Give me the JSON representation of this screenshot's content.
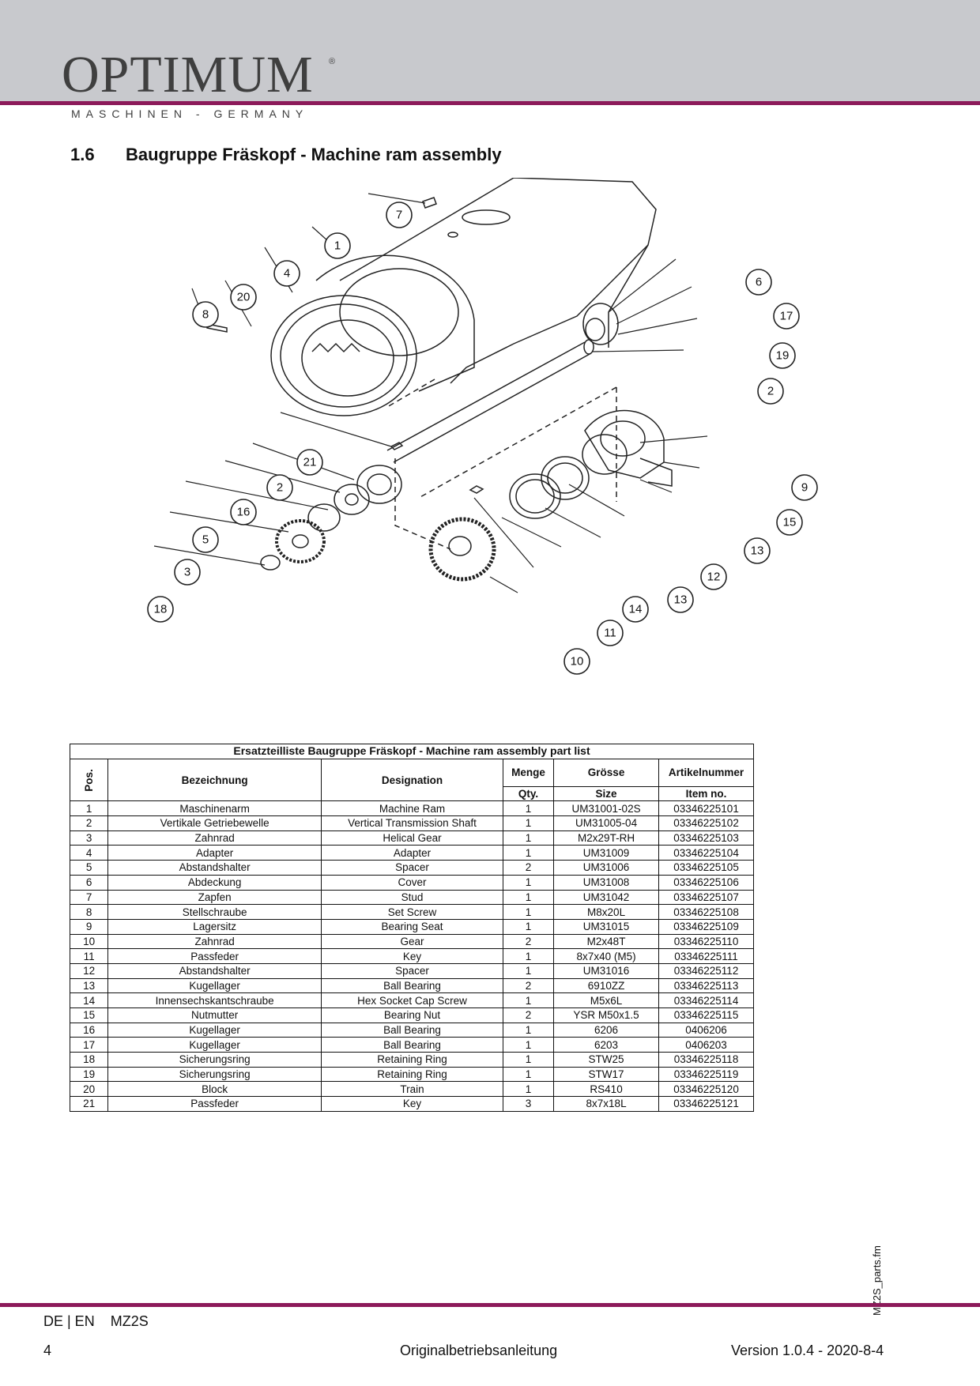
{
  "brand": {
    "name": "OPTIMUM",
    "registered": "®",
    "tagline": "MASCHINEN - GERMANY"
  },
  "section": {
    "number": "1.6",
    "title": "Baugruppe Fräskopf - Machine ram assembly"
  },
  "callouts": [
    "7",
    "1",
    "4",
    "20",
    "8",
    "6",
    "17",
    "19",
    "2",
    "21",
    "2",
    "16",
    "5",
    "3",
    "18",
    "9",
    "15",
    "13",
    "12",
    "13",
    "14",
    "11",
    "10"
  ],
  "table": {
    "caption": "Ersatzteilliste Baugruppe Fräskopf - Machine ram assembly part list",
    "headers": {
      "pos": "Pos.",
      "bezeichnung": "Bezeichnung",
      "designation": "Designation",
      "menge": "Menge",
      "groesse": "Grösse",
      "artikel": "Artikelnummer",
      "qty": "Qty.",
      "size": "Size",
      "item": "Item no."
    },
    "rows": [
      [
        "1",
        "Maschinenarm",
        "Machine Ram",
        "1",
        "UM31001-02S",
        "03346225101"
      ],
      [
        "2",
        "Vertikale Getriebewelle",
        "Vertical Transmission Shaft",
        "1",
        "UM31005-04",
        "03346225102"
      ],
      [
        "3",
        "Zahnrad",
        "Helical Gear",
        "1",
        "M2x29T-RH",
        "03346225103"
      ],
      [
        "4",
        "Adapter",
        "Adapter",
        "1",
        "UM31009",
        "03346225104"
      ],
      [
        "5",
        "Abstandshalter",
        "Spacer",
        "2",
        "UM31006",
        "03346225105"
      ],
      [
        "6",
        "Abdeckung",
        "Cover",
        "1",
        "UM31008",
        "03346225106"
      ],
      [
        "7",
        "Zapfen",
        "Stud",
        "1",
        "UM31042",
        "03346225107"
      ],
      [
        "8",
        "Stellschraube",
        "Set Screw",
        "1",
        "M8x20L",
        "03346225108"
      ],
      [
        "9",
        "Lagersitz",
        "Bearing Seat",
        "1",
        "UM31015",
        "03346225109"
      ],
      [
        "10",
        "Zahnrad",
        "Gear",
        "2",
        "M2x48T",
        "03346225110"
      ],
      [
        "11",
        "Passfeder",
        "Key",
        "1",
        "8x7x40 (M5)",
        "03346225111"
      ],
      [
        "12",
        "Abstandshalter",
        "Spacer",
        "1",
        "UM31016",
        "03346225112"
      ],
      [
        "13",
        "Kugellager",
        "Ball Bearing",
        "2",
        "6910ZZ",
        "03346225113"
      ],
      [
        "14",
        "Innensechskantschraube",
        "Hex Socket Cap Screw",
        "1",
        "M5x6L",
        "03346225114"
      ],
      [
        "15",
        "Nutmutter",
        "Bearing Nut",
        "2",
        "YSR M50x1.5",
        "03346225115"
      ],
      [
        "16",
        "Kugellager",
        "Ball Bearing",
        "1",
        "6206",
        "0406206"
      ],
      [
        "17",
        "Kugellager",
        "Ball Bearing",
        "1",
        "6203",
        "0406203"
      ],
      [
        "18",
        "Sicherungsring",
        "Retaining Ring",
        "1",
        "STW25",
        "03346225118"
      ],
      [
        "19",
        "Sicherungsring",
        "Retaining Ring",
        "1",
        "STW17",
        "03346225119"
      ],
      [
        "20",
        "Block",
        "Train",
        "1",
        "RS410",
        "03346225120"
      ],
      [
        "21",
        "Passfeder",
        "Key",
        "3",
        "8x7x18L",
        "03346225121"
      ]
    ]
  },
  "side_file": "MZ2S_parts.fm",
  "footer": {
    "lang": "DE | EN",
    "model": "MZ2S",
    "page": "4",
    "doc": "Originalbetriebsanleitung",
    "version": "Version 1.0.4 - 2020-8-4"
  },
  "colors": {
    "header_band": "#c8c9cd",
    "accent": "#8c1a5a"
  }
}
